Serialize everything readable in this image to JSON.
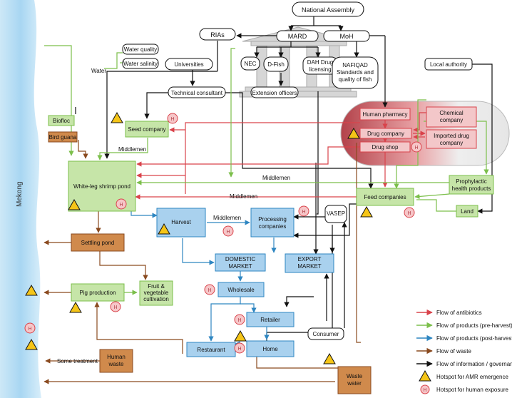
{
  "river": {
    "label": "Mekong"
  },
  "governance": {
    "national_assembly": "National Assembly",
    "mard": "MARD",
    "moh": "MoH",
    "rias": "RIAs",
    "nec": "NEC",
    "dfish": "D-Fish",
    "dah_line1": "DAH Drug",
    "dah_line2": "licensing",
    "nafiqad_line1": "NAFIQAD",
    "nafiqad_line2": "Standards and",
    "nafiqad_line3": "quality of fish",
    "extension": "Extension officers",
    "universities": "Universities",
    "tech_consultant": "Technical consultant",
    "local_authority": "Local authority"
  },
  "environment": {
    "water_quality": "Water quality",
    "water_salinity": "Water salinity",
    "water": "Water"
  },
  "production": {
    "biofloc": "Biofloc",
    "bird_guana": "Bird guana",
    "seed_company": "Seed company",
    "shrimp_pond": "White-leg shrimp pond",
    "settling_pond": "Settling pond",
    "pig_production": "Pig production",
    "fruit_line1": "Fruit &",
    "fruit_line2": "vegetable",
    "fruit_line3": "cultivation",
    "human_waste_line1": "Human",
    "human_waste_line2": "waste",
    "waste_water_line1": "Waste",
    "waste_water_line2": "water",
    "some_treatment": "Some treatment"
  },
  "pharma": {
    "human_pharmacy": "Human pharmacy",
    "drug_company": "Drug company",
    "drug_shop": "Drug shop",
    "chemical_line1": "Chemical",
    "chemical_line2": "company",
    "imported_line1": "Imported drug",
    "imported_line2": "company",
    "prophylactic_line1": "Prophylactic",
    "prophylactic_line2": "health products",
    "land": "Land",
    "feed_companies": "Feed companies"
  },
  "market": {
    "harvest": "Harvest",
    "processing_line1": "Processing",
    "processing_line2": "companies",
    "vasep": "VASEP",
    "domestic_line1": "DOMESTIC",
    "domestic_line2": "MARKET",
    "export_line1": "EXPORT",
    "export_line2": "MARKET",
    "wholesale": "Wholesale",
    "retailer": "Retailer",
    "restaurant": "Restaurant",
    "home": "Home",
    "consumer": "Consumer"
  },
  "labels": {
    "middlemen_seed": "Middlemen",
    "middlemen_top": "Middlemen",
    "middlemen_pond": "Middlemen",
    "middlemen_harvest": "Middlemen"
  },
  "hotspot_marker": "H",
  "legend": [
    {
      "label": "Flow of antibiotics",
      "color": "#d9434b"
    },
    {
      "label": "Flow of products (pre-harvest)",
      "color": "#7cbf4b"
    },
    {
      "label": "Flow of products (post-harvest)",
      "color": "#2e86c1"
    },
    {
      "label": "Flow of waste",
      "color": "#8a4a1f"
    },
    {
      "label": "Flow of information / governance",
      "color": "#111111"
    }
  ],
  "legend_hotspots": {
    "amr": "Hotspot for AMR emergence",
    "human": "Hotspot for human exposure"
  }
}
